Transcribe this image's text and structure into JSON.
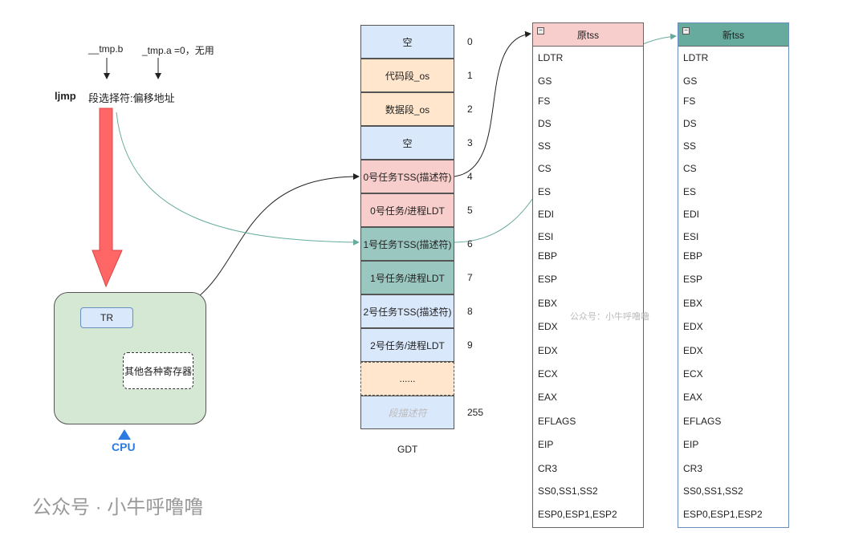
{
  "instruction": {
    "op": "ljmp",
    "operand": "段选择符:偏移地址",
    "label_b": "__tmp.b",
    "label_a": "_tmp.a =0，无用"
  },
  "cpu": {
    "label": "CPU",
    "tr": "TR",
    "other_regs": "其他各种寄存器"
  },
  "gdt": {
    "title": "GDT",
    "rows": [
      {
        "text": "空",
        "index": "0",
        "color": "#dae8fc"
      },
      {
        "text": "代码段_os",
        "index": "1",
        "color": "#ffe6cc"
      },
      {
        "text": "数据段_os",
        "index": "2",
        "color": "#ffe6cc"
      },
      {
        "text": "空",
        "index": "3",
        "color": "#dae8fc"
      },
      {
        "text": "0号任务TSS(描述符)",
        "index": "4",
        "color": "#f8cecc"
      },
      {
        "text": "0号任务/进程LDT",
        "index": "5",
        "color": "#f8cecc"
      },
      {
        "text": "1号任务TSS(描述符)",
        "index": "6",
        "color": "#9ac7bf"
      },
      {
        "text": "1号任务/进程LDT",
        "index": "7",
        "color": "#9ac7bf"
      },
      {
        "text": "2号任务TSS(描述符)",
        "index": "8",
        "color": "#dae8fc"
      },
      {
        "text": "2号任务/进程LDT",
        "index": "9",
        "color": "#dae8fc"
      },
      {
        "text": "......",
        "index": "",
        "color": "#ffe6cc"
      },
      {
        "text": "段描述符",
        "index": "255",
        "color": "#dae8fc"
      }
    ]
  },
  "old_tss": {
    "title": "原tss",
    "header_color": "#f8cecc"
  },
  "new_tss": {
    "title": "新tss",
    "header_color": "#67ab9f"
  },
  "fields": [
    "LDTR",
    "GS",
    "FS",
    "DS",
    "SS",
    "CS",
    "ES",
    "EDI",
    "ESI",
    "EBP",
    "ESP",
    "EBX",
    "EDX",
    "EDX",
    "ECX",
    "EAX",
    "EFLAGS",
    "EIP",
    "CR3",
    "SS0,SS1,SS2",
    "ESP0,ESP1,ESP2"
  ],
  "watermark": {
    "main": "公众号 · 小牛呼噜噜",
    "faint": "公众号：小牛呼噜噜"
  }
}
